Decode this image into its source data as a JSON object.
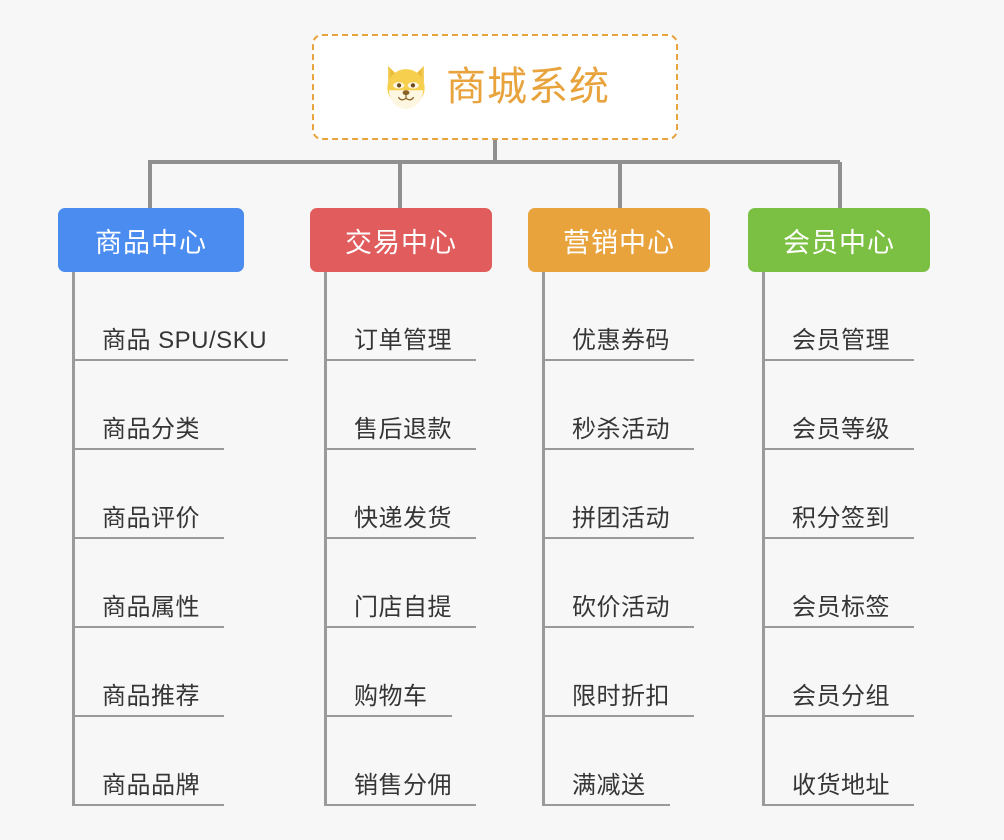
{
  "page": {
    "background_color": "#f7f7f7",
    "line_color": "#909090",
    "leaf_text_color": "#353535",
    "leaf_rule_color": "#9a9a9a"
  },
  "root": {
    "title": "商城系统",
    "icon": "shiba-dog-face-emoji",
    "text_color": "#e8a33d",
    "border_color": "#e8a33d",
    "background_color": "#ffffff"
  },
  "categories": [
    {
      "label": "商品中心",
      "color": "#4a8cf0",
      "items": [
        "商品 SPU/SKU",
        "商品分类",
        "商品评价",
        "商品属性",
        "商品推荐",
        "商品品牌"
      ]
    },
    {
      "label": "交易中心",
      "color": "#e15c5c",
      "items": [
        "订单管理",
        "售后退款",
        "快递发货",
        "门店自提",
        "购物车",
        "销售分佣"
      ]
    },
    {
      "label": "营销中心",
      "color": "#e8a33d",
      "items": [
        "优惠券码",
        "秒杀活动",
        "拼团活动",
        "砍价活动",
        "限时折扣",
        "满减送"
      ]
    },
    {
      "label": "会员中心",
      "color": "#7bc043",
      "items": [
        "会员管理",
        "会员等级",
        "积分签到",
        "会员标签",
        "会员分组",
        "收货地址"
      ]
    }
  ]
}
